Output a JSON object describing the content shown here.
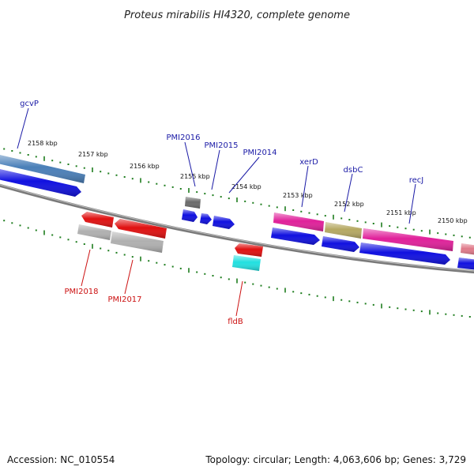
{
  "title": "Proteus mirabilis HI4320, complete genome",
  "footer": {
    "accession": "Accession: NC_010554",
    "summary": "Topology: circular; Length: 4,063,606 bp; Genes: 3,729"
  },
  "colors": {
    "backbone": "#808080",
    "tick": "#1e7d1e",
    "label_forward": "#1a1aa6",
    "label_reverse": "#cc1111",
    "leader_forward": "#1a1aa6",
    "leader_reverse": "#cc1111"
  },
  "kbp_ticks": [
    "2158 kbp",
    "2157 kbp",
    "2156 kbp",
    "2155 kbp",
    "2154 kbp",
    "2153 kbp",
    "2152 kbp",
    "2151 kbp",
    "2150 kbp"
  ],
  "gene_labels_forward": [
    "gcvP",
    "PMI2016",
    "PMI2015",
    "PMI2014",
    "xerD",
    "dsbC",
    "recJ"
  ],
  "gene_labels_reverse": [
    "PMI2018",
    "PMI2017",
    "fldB"
  ]
}
